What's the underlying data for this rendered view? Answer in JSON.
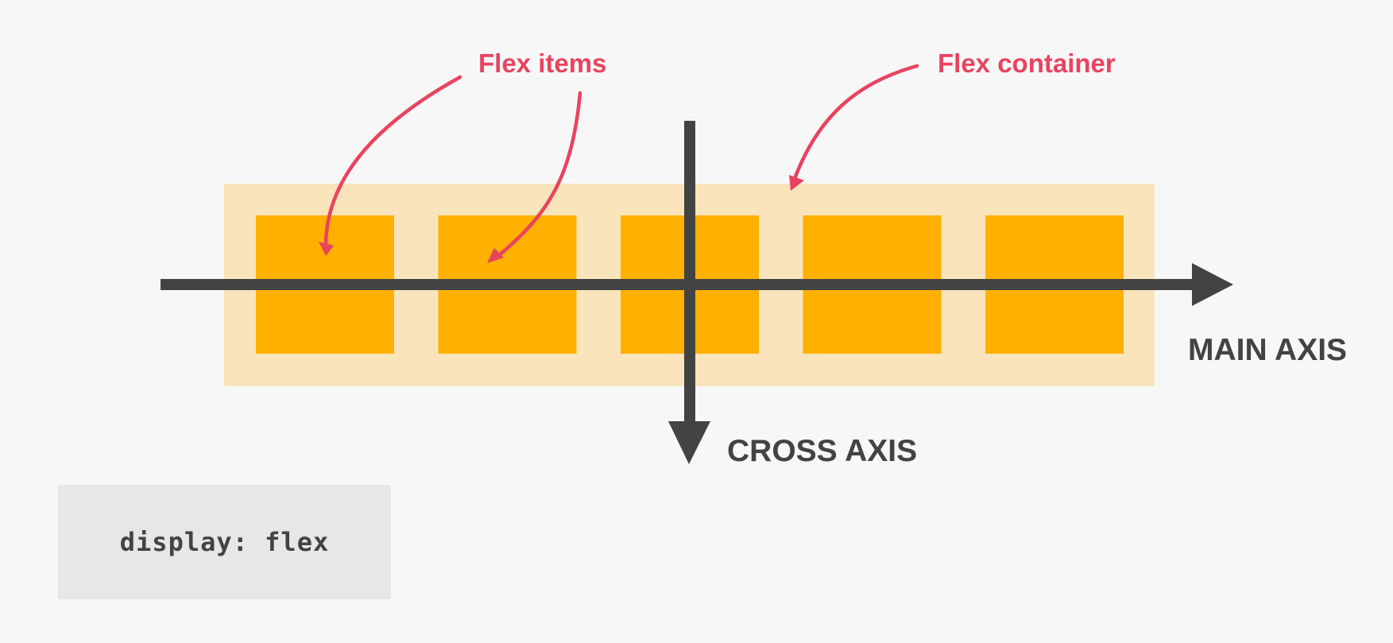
{
  "colors": {
    "background": "#f7f7f7",
    "container_fill": "#f9e4bb",
    "item_fill": "#ffb000",
    "axis": "#434343",
    "callout": "#e8435f",
    "code_box": "#e7e7e7",
    "code_text": "#434343"
  },
  "labels": {
    "flex_items": "Flex items",
    "flex_container": "Flex container",
    "main_axis": "MAIN AXIS",
    "cross_axis": "CROSS AXIS"
  },
  "code": {
    "text": "display: flex"
  },
  "flex_items": {
    "count": 5
  }
}
